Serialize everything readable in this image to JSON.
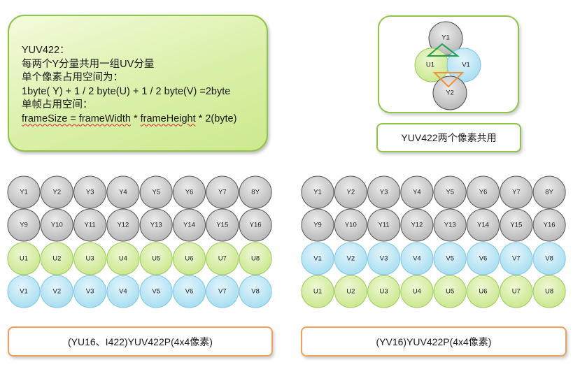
{
  "info": {
    "title": "YUV422：",
    "line1": "每两个Y分量共用一组UV分量",
    "line2": "单个像素占用空间为：",
    "line3": "1byte( Y) + 1 / 2 byte(U) + 1 / 2 byte(V) =2byte",
    "line4": "单帧占用空间：",
    "line5_pre": "frameSize = ",
    "line5_a": "frameWidth",
    "line5_mid": " * ",
    "line5_b": "frameHeight",
    "line5_post": " * 2(byte)"
  },
  "share_diagram": {
    "y_top": "Y1",
    "u": "U1",
    "v": "V1",
    "y_bottom": "Y2"
  },
  "captions": {
    "share": "YUV422两个像素共用",
    "left_grid": "(YU16、I422)YUV422P(4x4像素)",
    "right_grid": "(YV16)YUV422P(4x4像素)"
  },
  "grids": {
    "left": {
      "rows": [
        {
          "kind": "Y",
          "labels": [
            "Y1",
            "Y2",
            "Y3",
            "Y4",
            "Y5",
            "Y6",
            "Y7",
            "8Y"
          ]
        },
        {
          "kind": "Y",
          "labels": [
            "Y9",
            "Y10",
            "Y11",
            "Y12",
            "Y13",
            "Y14",
            "Y15",
            "Y16"
          ]
        },
        {
          "kind": "U",
          "labels": [
            "U1",
            "U2",
            "U3",
            "U4",
            "U5",
            "U6",
            "U7",
            "U8"
          ]
        },
        {
          "kind": "V",
          "labels": [
            "V1",
            "V2",
            "V3",
            "V4",
            "V5",
            "V6",
            "V7",
            "V8"
          ]
        }
      ]
    },
    "right": {
      "rows": [
        {
          "kind": "Y",
          "labels": [
            "Y1",
            "Y2",
            "Y3",
            "Y4",
            "Y5",
            "Y6",
            "Y7",
            "8Y"
          ]
        },
        {
          "kind": "Y",
          "labels": [
            "Y9",
            "Y10",
            "Y11",
            "Y12",
            "Y13",
            "Y14",
            "Y15",
            "Y16"
          ]
        },
        {
          "kind": "V",
          "labels": [
            "V1",
            "V2",
            "V3",
            "V4",
            "V5",
            "V6",
            "V7",
            "V8"
          ]
        },
        {
          "kind": "U",
          "labels": [
            "U1",
            "U2",
            "U3",
            "U4",
            "U5",
            "U6",
            "U7",
            "U8"
          ]
        }
      ]
    }
  },
  "colors": {
    "Y": "#c9c9c9",
    "U": "#d9efaa",
    "V": "#bfe6f5",
    "green_accent": "#8fc34a",
    "orange_accent": "#f0a05a",
    "triangle_green": "#1fa04a",
    "triangle_orange": "#f0903a"
  }
}
